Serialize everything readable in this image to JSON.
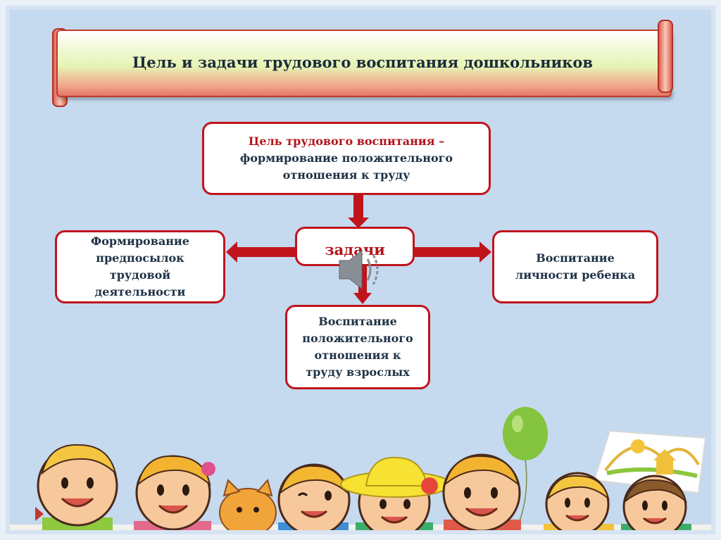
{
  "slide": {
    "title": "Цель и задачи трудового воспитания дошкольников"
  },
  "diagram": {
    "goal": {
      "line1": "Цель трудового воспитания –",
      "line2": "формирование положительного",
      "line3": "отношения к труду"
    },
    "tasks_label": "задачи",
    "left_task": {
      "line1": "Формирование",
      "line2": "предпосылок",
      "line3": "трудовой",
      "line4": "деятельности"
    },
    "right_task": {
      "line1": "Воспитание",
      "line2": "личности ребенка"
    },
    "bottom_task": {
      "line1": "Воспитание",
      "line2": "положительного",
      "line3": "отношения к",
      "line4": "труду взрослых"
    }
  },
  "icons": {
    "speaker": "speaker-icon",
    "nav_arrow": "play-arrow-icon"
  },
  "colors": {
    "background": "#c5d9ef",
    "accent_red": "#c0141c",
    "text_dark": "#1e3246"
  }
}
